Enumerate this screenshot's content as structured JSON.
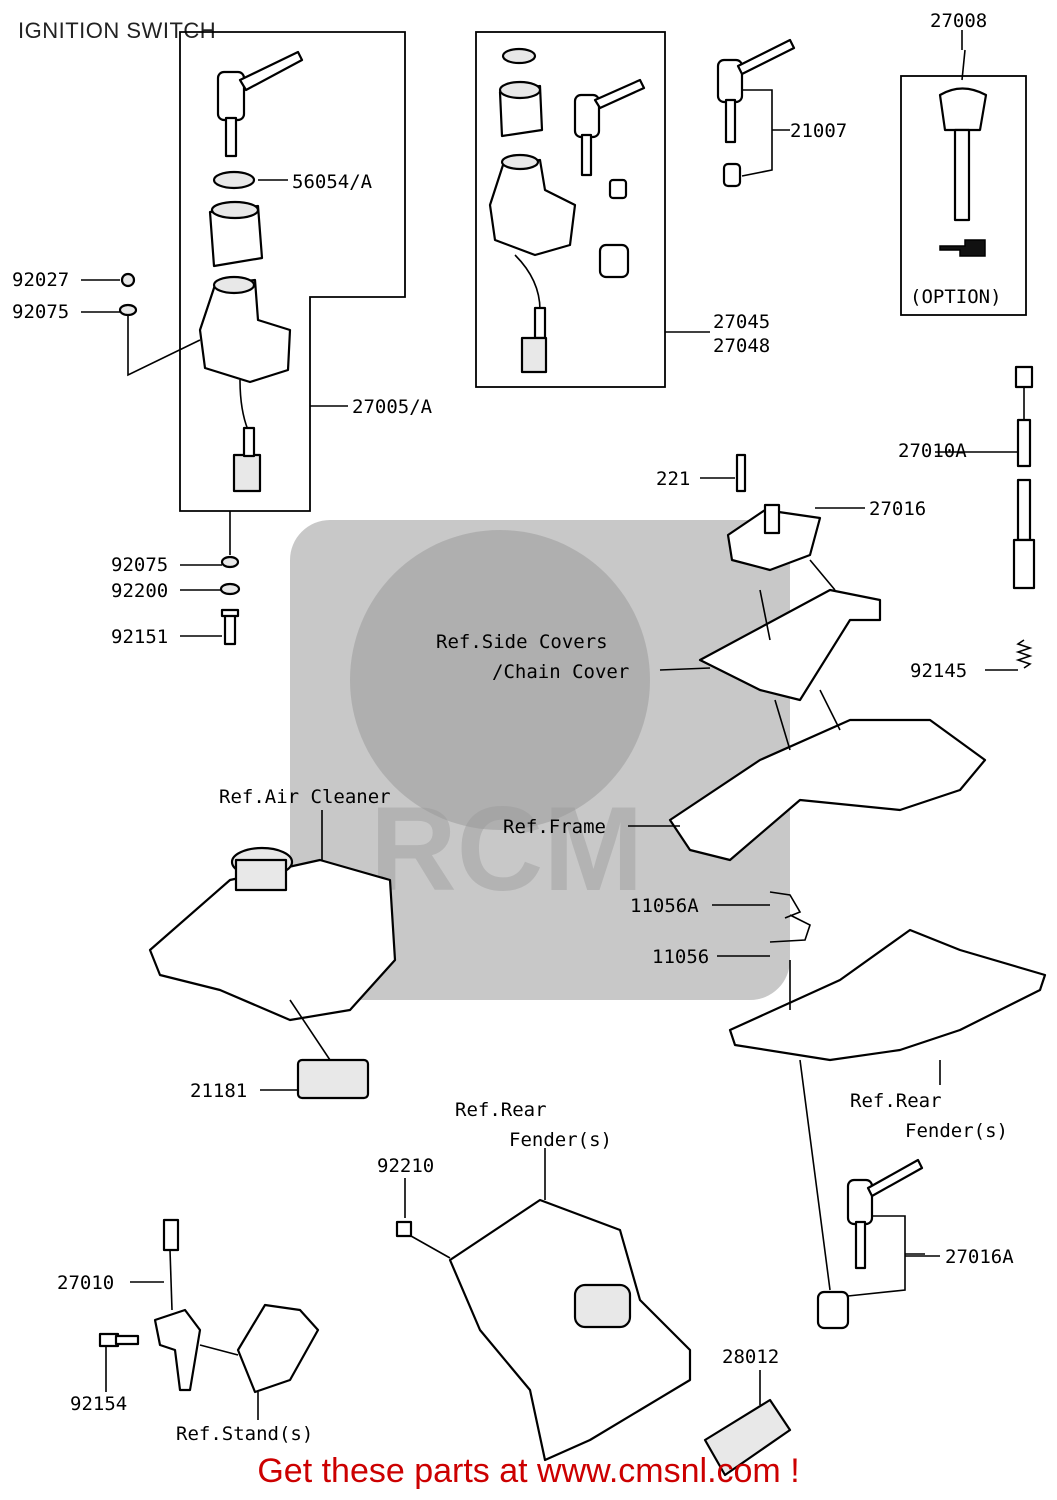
{
  "title": "IGNITION SWITCH",
  "cta": "Get these parts at www.cmsnl.com !",
  "labels": {
    "p27008": "27008",
    "p21007": "21007",
    "p56054": "56054/A",
    "p92027": "92027",
    "p92075a": "92075",
    "p27045": "27045",
    "p27048": "27048",
    "p27005": "27005/A",
    "option": "(OPTION)",
    "p27010A": "27010A",
    "p221": "221",
    "p27016": "27016",
    "p92075b": "92075",
    "p92200": "92200",
    "p92151": "92151",
    "refSide": "Ref.Side Covers",
    "refChain": "/Chain Cover",
    "p92145": "92145",
    "refAir": "Ref.Air Cleaner",
    "refFrame": "Ref.Frame",
    "p11056A": "11056A",
    "p11056": "11056",
    "p21181": "21181",
    "refRear1a": "Ref.Rear",
    "refRear1b": "Fender(s)",
    "refRear2a": "Ref.Rear",
    "refRear2b": "Fender(s)",
    "p92210": "92210",
    "p27016A": "27016A",
    "p27010": "27010",
    "p28012": "28012",
    "p92154": "92154",
    "refStand": "Ref.Stand(s)"
  }
}
